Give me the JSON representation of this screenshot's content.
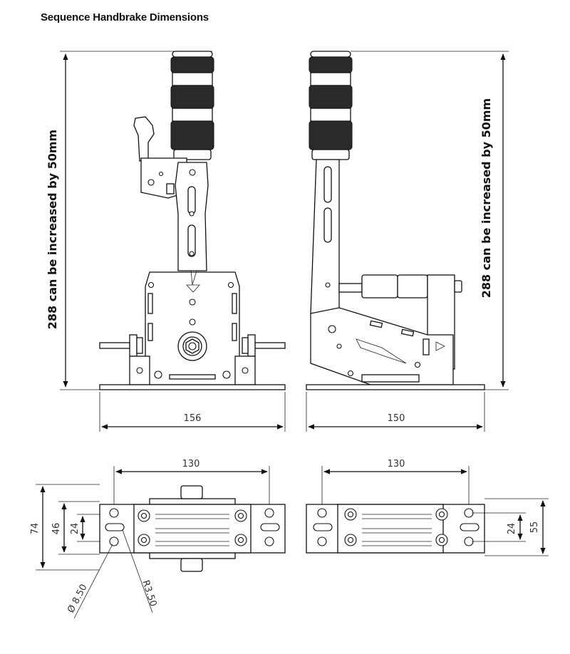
{
  "title": "Sequence Handbrake Dimensions",
  "height_note": "288 can be increased by 50mm",
  "dimensions": {
    "front_width": "156",
    "side_width": "150",
    "top_spacing_left": "130",
    "top_spacing_right": "130",
    "overall_depth": "74",
    "inner_depth": "46",
    "hole_spacing_left": "24",
    "hole_spacing_right": "24",
    "right_extra": "55",
    "hole_diameter": "Ø 8.50",
    "slot_radius": "R3.50"
  }
}
